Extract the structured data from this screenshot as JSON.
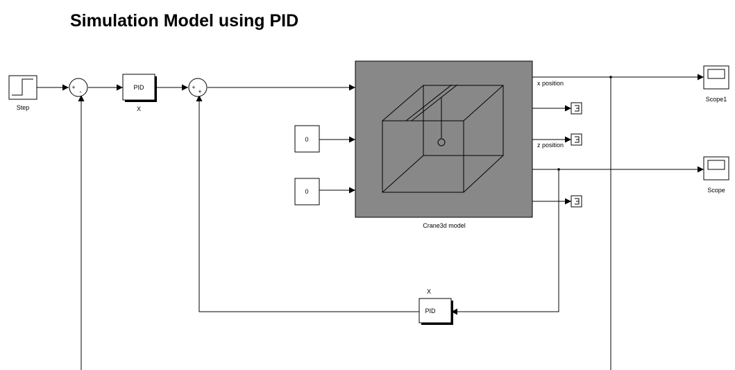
{
  "title": "Simulation Model using PID",
  "colors": {
    "background": "#ffffff",
    "block_fill": "#ffffff",
    "subsystem_fill": "#888888",
    "line": "#000000",
    "block_shadow": "#000000"
  },
  "blocks": {
    "step": {
      "label": "Step",
      "icon": "step-function-icon"
    },
    "sum1": {
      "signs": [
        "+",
        "-"
      ]
    },
    "pid1": {
      "text": "PID",
      "label": "X"
    },
    "sum2": {
      "signs": [
        "+",
        "+"
      ]
    },
    "const1": {
      "value": "0"
    },
    "const2": {
      "value": "0"
    },
    "crane": {
      "label": "Crane3d model",
      "icon": "crane-3d-cube-icon",
      "outputs": [
        "x position",
        "",
        "z position",
        "",
        ""
      ]
    },
    "term1": {
      "icon": "terminator-icon"
    },
    "term2": {
      "icon": "terminator-icon"
    },
    "term3": {
      "icon": "terminator-icon"
    },
    "scope1": {
      "label": "Scope1",
      "icon": "scope-screen-icon"
    },
    "scope": {
      "label": "Scope",
      "icon": "scope-screen-icon"
    },
    "pid2": {
      "text": "PID",
      "label": "X"
    }
  }
}
